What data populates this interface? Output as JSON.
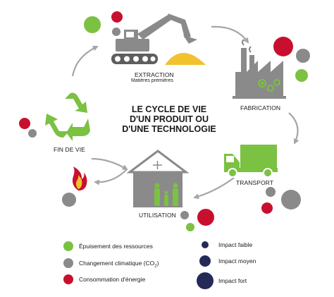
{
  "title": [
    "LE CYCLE DE VIE",
    "D'UN PRODUIT OU",
    "D'UNE TECHNOLOGIE"
  ],
  "stages": {
    "extraction": {
      "label": "EXTRACTION",
      "sublabel": "Matières premières"
    },
    "fabrication": {
      "label": "FABRICATION"
    },
    "transport": {
      "label": "TRANSPORT"
    },
    "utilisation": {
      "label": "UTILISATION"
    },
    "fin_de_vie": {
      "label": "FIN DE VIE"
    }
  },
  "legend": {
    "resources": {
      "label": "Épuisement des ressources",
      "color": "#7bc142"
    },
    "climate": {
      "label_prefix": "Changement climatique (CO",
      "label_sub": "2",
      "label_suffix": ")",
      "color": "#8a8a8a"
    },
    "energy": {
      "label": "Consommation d'énergie",
      "color": "#c8102e"
    },
    "impact_low": {
      "label": "Impact faible",
      "level": "faible",
      "color": "#232a57"
    },
    "impact_medium": {
      "label": "Impact moyen",
      "level": "moyen",
      "color": "#232a57"
    },
    "impact_high": {
      "label": "Impact fort",
      "level": "fort",
      "color": "#232a57"
    }
  },
  "colors": {
    "green": "#7bc142",
    "grey": "#8a8a8a",
    "red": "#c8102e",
    "navy": "#232a57",
    "arrow": "#a6a6a6",
    "sand": "#f2c12e"
  }
}
